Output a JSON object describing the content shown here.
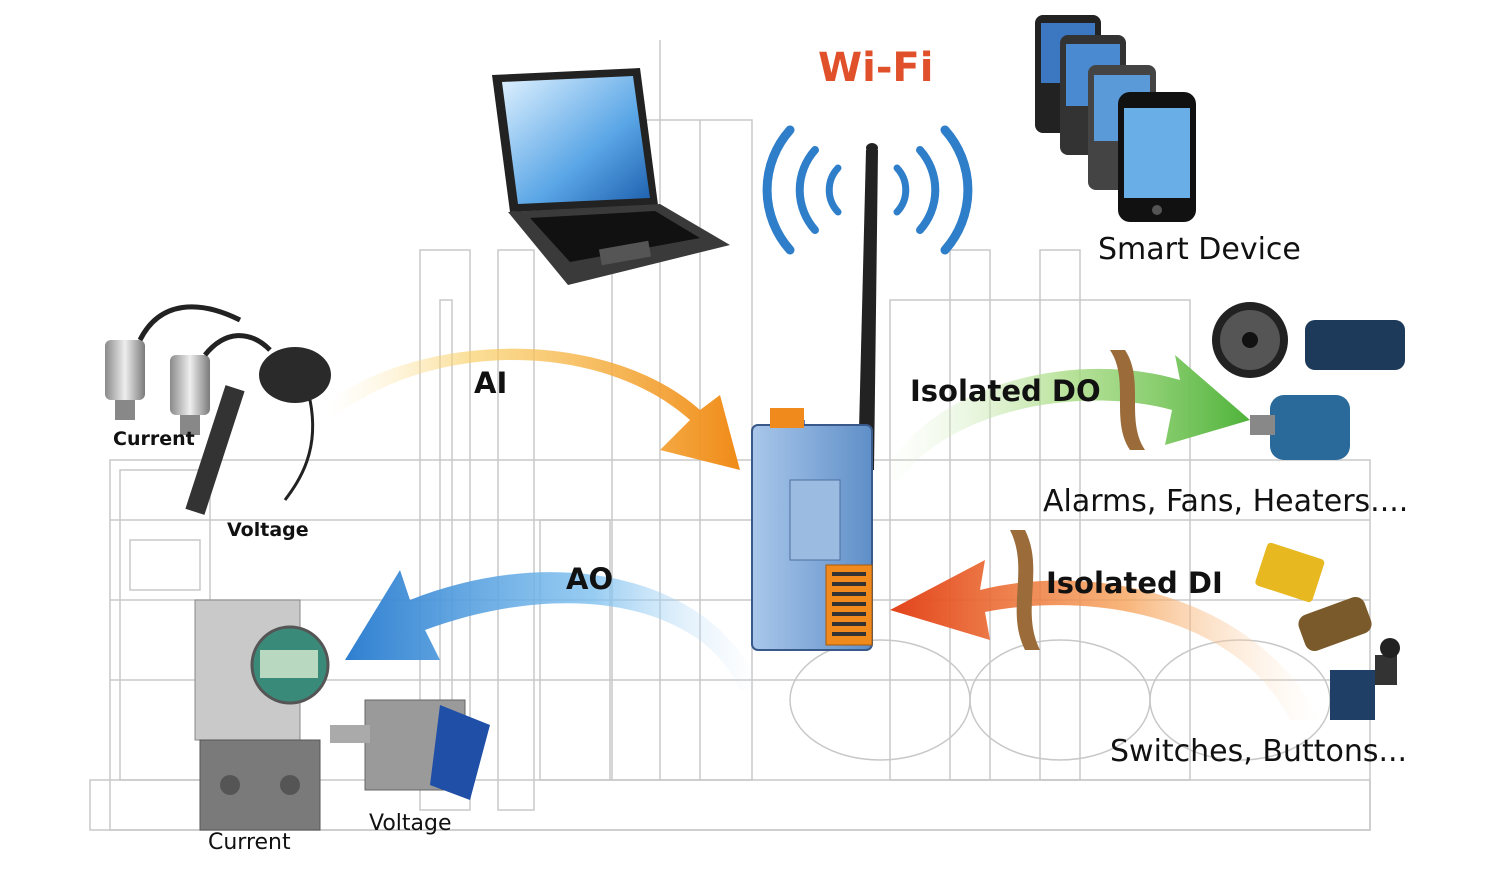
{
  "header": {
    "wifi_label": "Wi-Fi"
  },
  "smart_device": {
    "label": "Smart Device"
  },
  "arrows": {
    "ai": "AI",
    "ao": "AO",
    "isolated_do": "Isolated DO",
    "isolated_di": "Isolated DI"
  },
  "inputs": {
    "current_sensor": "Current",
    "voltage_sensor": "Voltage"
  },
  "outputs": {
    "current_device": "Current",
    "voltage_device": "Voltage"
  },
  "do_targets": {
    "label": "Alarms, Fans, Heaters...."
  },
  "di_sources": {
    "label": "Switches, Buttons..."
  },
  "colors": {
    "wifi": "#e0502a",
    "wifi_waves": "#2f7ec9",
    "ai_arrow": "#f29a1c",
    "ao_arrow": "#2f8ad6",
    "do_arrow": "#5ab845",
    "di_arrow": "#e8451b",
    "module_body": "#7fa7d6",
    "terminal": "#f08a1c"
  },
  "icons": [
    "laptop-icon",
    "smartphone-icon",
    "antenna-icon",
    "io-module-icon",
    "pressure-sensor-icon",
    "level-probe-icon",
    "transmitter-icon",
    "actuator-icon",
    "fan-icon",
    "motor-icon",
    "proximity-sensor-icon",
    "limit-switch-icon"
  ]
}
